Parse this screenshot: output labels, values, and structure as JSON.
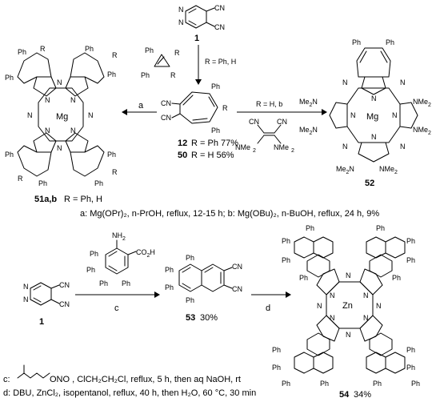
{
  "compounds": {
    "c1_top": "1",
    "c1_bottom": "1",
    "c12": "12",
    "c12_r": "R = Ph 77%",
    "c50": "50",
    "c50_r": "R = H   56%",
    "c51": "51a,b",
    "c51_r": "R = Ph, H",
    "c52": "52",
    "c53": "53",
    "c53_yield": "30%",
    "c54": "54",
    "c54_yield": "34%"
  },
  "atoms": {
    "mg": "Mg",
    "zn": "Zn",
    "n": "N",
    "cn": "CN",
    "ph": "Ph",
    "r": "R",
    "nme2": "NMe",
    "nme2_left": "Me",
    "nh2": "NH",
    "co2h": "CO",
    "h": "H"
  },
  "arrows": {
    "top_cond": "R = Ph, H",
    "a": "a",
    "right_cond": "R = H, b",
    "c": "c",
    "d": "d"
  },
  "conditions": {
    "top": "a: Mg(OPr)₂, n-PrOH, reflux, 12-15 h; b: Mg(OBu)₂, n-BuOH, reflux, 24 h, 9%",
    "c_label": "c:",
    "c_text": "ONO , ClCH₂CH₂Cl, reflux, 5 h, then aq NaOH, rt",
    "d_text": "d: DBU, ZnCl₂, isopentanol, reflux, 40 h, then H₂O, 60 °C, 30 min"
  }
}
